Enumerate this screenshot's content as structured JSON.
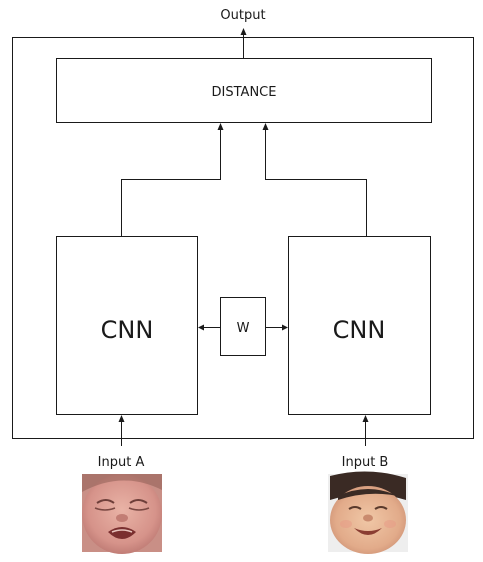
{
  "diagram": {
    "output_label": "Output",
    "distance_label": "DISTANCE",
    "cnn_left_label": "CNN",
    "cnn_right_label": "CNN",
    "weights_label": "W",
    "input_a_label": "Input A",
    "input_b_label": "Input B"
  },
  "images": {
    "input_a": "crying-infant-face",
    "input_b": "smiling-infant-face"
  }
}
